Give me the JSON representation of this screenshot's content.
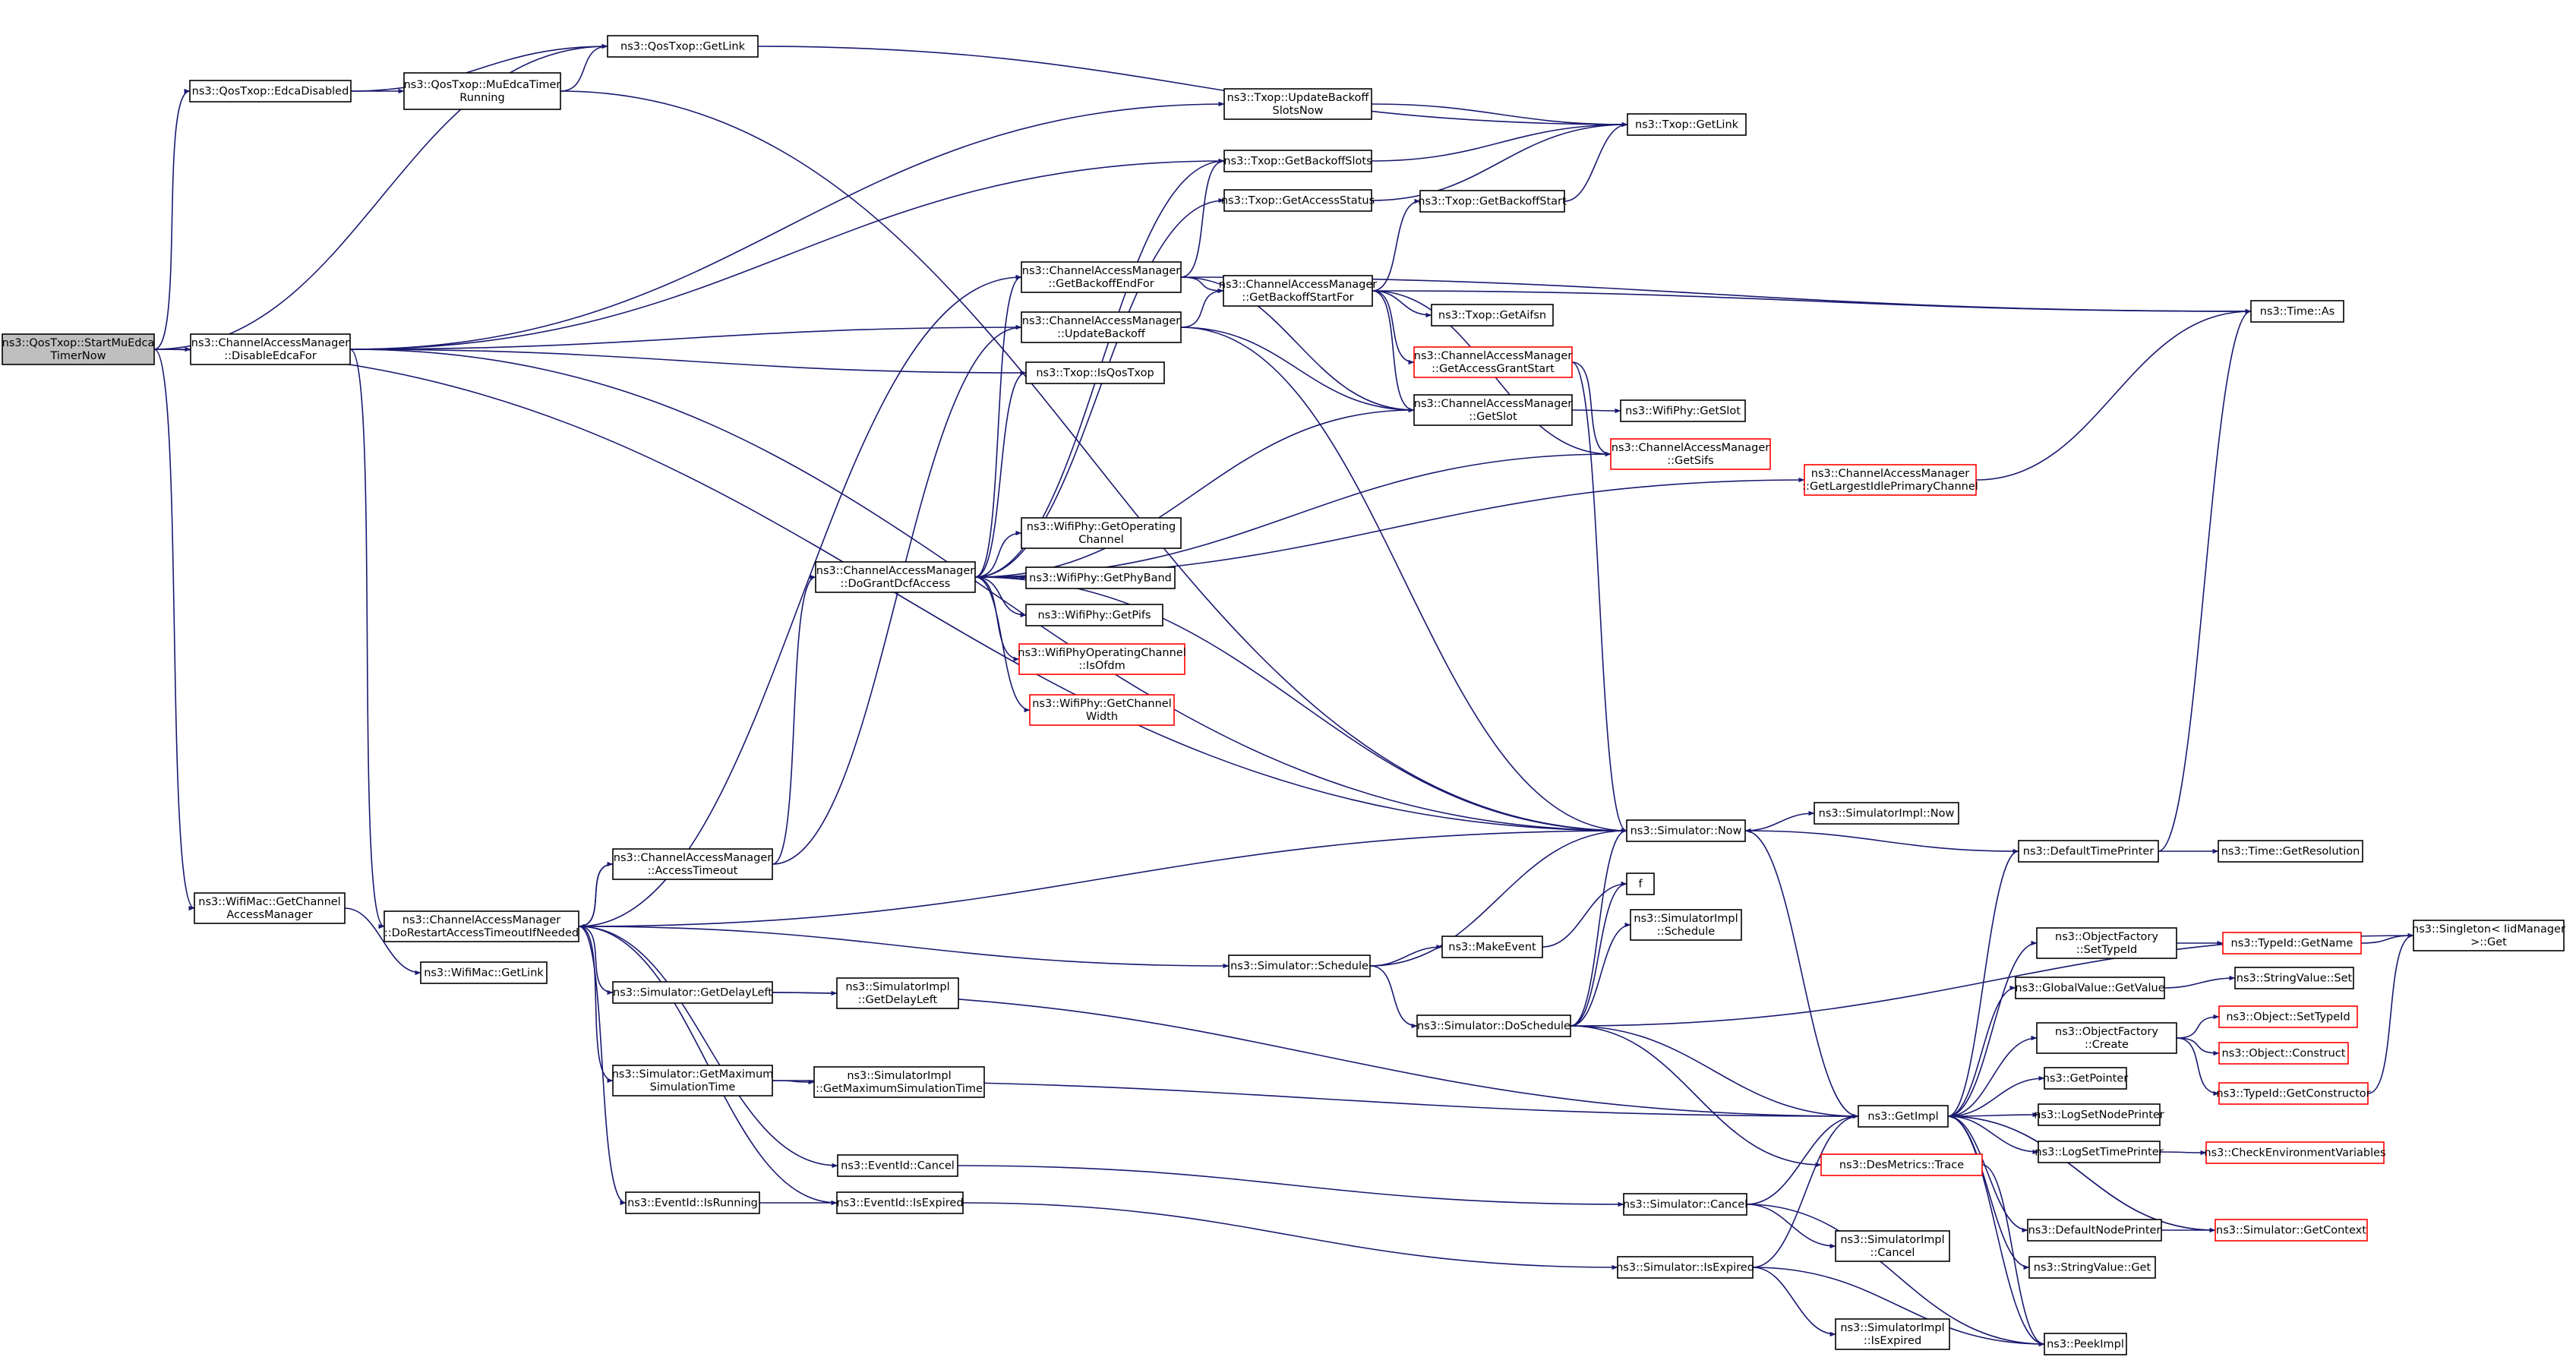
{
  "nodes": [
    {
      "id": "root",
      "lines": [
        "ns3::QosTxop::StartMuEdca",
        "TimerNow"
      ],
      "style": "root"
    },
    {
      "id": "qos_getlink",
      "lines": [
        "ns3::QosTxop::GetLink"
      ],
      "style": "normal"
    },
    {
      "id": "edca_disabled",
      "lines": [
        "ns3::QosTxop::EdcaDisabled"
      ],
      "style": "normal"
    },
    {
      "id": "mu_timer",
      "lines": [
        "ns3::QosTxop::MuEdcaTimer",
        "Running"
      ],
      "style": "normal"
    },
    {
      "id": "disable_edca",
      "lines": [
        "ns3::ChannelAccessManager",
        "::DisableEdcaFor"
      ],
      "style": "normal"
    },
    {
      "id": "wm_getcam",
      "lines": [
        "ns3::WifiMac::GetChannel",
        "AccessManager"
      ],
      "style": "normal"
    },
    {
      "id": "wm_getlink",
      "lines": [
        "ns3::WifiMac::GetLink"
      ],
      "style": "normal"
    },
    {
      "id": "do_restart",
      "lines": [
        "ns3::ChannelAccessManager",
        "::DoRestartAccessTimeoutIfNeeded"
      ],
      "style": "normal"
    },
    {
      "id": "access_timeout",
      "lines": [
        "ns3::ChannelAccessManager",
        "::AccessTimeout"
      ],
      "style": "normal"
    },
    {
      "id": "do_grant",
      "lines": [
        "ns3::ChannelAccessManager",
        "::DoGrantDcfAccess"
      ],
      "style": "normal"
    },
    {
      "id": "upd_backoff_slots",
      "lines": [
        "ns3::Txop::UpdateBackoff",
        "SlotsNow"
      ],
      "style": "normal"
    },
    {
      "id": "get_backoff_slots",
      "lines": [
        "ns3::Txop::GetBackoffSlots"
      ],
      "style": "normal"
    },
    {
      "id": "get_access_status",
      "lines": [
        "ns3::Txop::GetAccessStatus"
      ],
      "style": "normal"
    },
    {
      "id": "txop_getlink",
      "lines": [
        "ns3::Txop::GetLink"
      ],
      "style": "normal"
    },
    {
      "id": "get_backoff_start",
      "lines": [
        "ns3::Txop::GetBackoffStart"
      ],
      "style": "normal"
    },
    {
      "id": "get_backoff_end",
      "lines": [
        "ns3::ChannelAccessManager",
        "::GetBackoffEndFor"
      ],
      "style": "normal"
    },
    {
      "id": "get_backoff_startfor",
      "lines": [
        "ns3::ChannelAccessManager",
        "::GetBackoffStartFor"
      ],
      "style": "normal"
    },
    {
      "id": "update_backoff",
      "lines": [
        "ns3::ChannelAccessManager",
        "::UpdateBackoff"
      ],
      "style": "normal"
    },
    {
      "id": "get_aifsn",
      "lines": [
        "ns3::Txop::GetAifsn"
      ],
      "style": "normal"
    },
    {
      "id": "time_as",
      "lines": [
        "ns3::Time::As"
      ],
      "style": "normal"
    },
    {
      "id": "is_qos_txop",
      "lines": [
        "ns3::Txop::IsQosTxop"
      ],
      "style": "normal"
    },
    {
      "id": "get_access_grant",
      "lines": [
        "ns3::ChannelAccessManager",
        "::GetAccessGrantStart"
      ],
      "style": "red"
    },
    {
      "id": "cam_get_slot",
      "lines": [
        "ns3::ChannelAccessManager",
        "::GetSlot"
      ],
      "style": "normal"
    },
    {
      "id": "phy_get_slot",
      "lines": [
        "ns3::WifiPhy::GetSlot"
      ],
      "style": "normal"
    },
    {
      "id": "get_sifs",
      "lines": [
        "ns3::ChannelAccessManager",
        "::GetSifs"
      ],
      "style": "red"
    },
    {
      "id": "get_largest",
      "lines": [
        "ns3::ChannelAccessManager",
        "::GetLargestIdlePrimaryChannel"
      ],
      "style": "red"
    },
    {
      "id": "phy_get_opch",
      "lines": [
        "ns3::WifiPhy::GetOperating",
        "Channel"
      ],
      "style": "normal"
    },
    {
      "id": "phy_get_band",
      "lines": [
        "ns3::WifiPhy::GetPhyBand"
      ],
      "style": "normal"
    },
    {
      "id": "phy_get_pifs",
      "lines": [
        "ns3::WifiPhy::GetPifs"
      ],
      "style": "normal"
    },
    {
      "id": "is_ofdm",
      "lines": [
        "ns3::WifiPhyOperatingChannel",
        "::IsOfdm"
      ],
      "style": "red"
    },
    {
      "id": "get_ch_width",
      "lines": [
        "ns3::WifiPhy::GetChannel",
        "Width"
      ],
      "style": "red"
    },
    {
      "id": "sim_now",
      "lines": [
        "ns3::Simulator::Now"
      ],
      "style": "normal"
    },
    {
      "id": "simimpl_now",
      "lines": [
        "ns3::SimulatorImpl::Now"
      ],
      "style": "normal"
    },
    {
      "id": "f_node",
      "lines": [
        "f"
      ],
      "style": "normal"
    },
    {
      "id": "simimpl_sched",
      "lines": [
        "ns3::SimulatorImpl",
        "::Schedule"
      ],
      "style": "normal"
    },
    {
      "id": "default_time_printer",
      "lines": [
        "ns3::DefaultTimePrinter"
      ],
      "style": "normal"
    },
    {
      "id": "time_get_res",
      "lines": [
        "ns3::Time::GetResolution"
      ],
      "style": "normal"
    },
    {
      "id": "sim_schedule",
      "lines": [
        "ns3::Simulator::Schedule"
      ],
      "style": "normal"
    },
    {
      "id": "make_event",
      "lines": [
        "ns3::MakeEvent"
      ],
      "style": "normal"
    },
    {
      "id": "sim_do_schedule",
      "lines": [
        "ns3::Simulator::DoSchedule"
      ],
      "style": "normal"
    },
    {
      "id": "sim_get_delay",
      "lines": [
        "ns3::Simulator::GetDelayLeft"
      ],
      "style": "normal"
    },
    {
      "id": "simimpl_get_delay",
      "lines": [
        "ns3::SimulatorImpl",
        "::GetDelayLeft"
      ],
      "style": "normal"
    },
    {
      "id": "sim_get_max",
      "lines": [
        "ns3::Simulator::GetMaximum",
        "SimulationTime"
      ],
      "style": "normal"
    },
    {
      "id": "simimpl_get_max",
      "lines": [
        "ns3::SimulatorImpl",
        "::GetMaximumSimulationTime"
      ],
      "style": "normal"
    },
    {
      "id": "event_cancel",
      "lines": [
        "ns3::EventId::Cancel"
      ],
      "style": "normal"
    },
    {
      "id": "event_is_running",
      "lines": [
        "ns3::EventId::IsRunning"
      ],
      "style": "normal"
    },
    {
      "id": "event_is_expired",
      "lines": [
        "ns3::EventId::IsExpired"
      ],
      "style": "normal"
    },
    {
      "id": "sim_cancel",
      "lines": [
        "ns3::Simulator::Cancel"
      ],
      "style": "normal"
    },
    {
      "id": "simimpl_cancel",
      "lines": [
        "ns3::SimulatorImpl",
        "::Cancel"
      ],
      "style": "normal"
    },
    {
      "id": "sim_is_expired",
      "lines": [
        "ns3::Simulator::IsExpired"
      ],
      "style": "normal"
    },
    {
      "id": "simimpl_is_expired",
      "lines": [
        "ns3::SimulatorImpl",
        "::IsExpired"
      ],
      "style": "normal"
    },
    {
      "id": "get_impl",
      "lines": [
        "ns3::GetImpl"
      ],
      "style": "normal"
    },
    {
      "id": "des_metrics",
      "lines": [
        "ns3::DesMetrics::Trace"
      ],
      "style": "red"
    },
    {
      "id": "peek_impl",
      "lines": [
        "ns3::PeekImpl"
      ],
      "style": "normal"
    },
    {
      "id": "of_set_typeid",
      "lines": [
        "ns3::ObjectFactory",
        "::SetTypeId"
      ],
      "style": "normal"
    },
    {
      "id": "typeid_get_name",
      "lines": [
        "ns3::TypeId::GetName"
      ],
      "style": "red"
    },
    {
      "id": "singleton_get",
      "lines": [
        "ns3::Singleton< IidManager",
        ">::Get"
      ],
      "style": "normal"
    },
    {
      "id": "gv_get_value",
      "lines": [
        "ns3::GlobalValue::GetValue"
      ],
      "style": "normal"
    },
    {
      "id": "sv_set",
      "lines": [
        "ns3::StringValue::Set"
      ],
      "style": "normal"
    },
    {
      "id": "of_create",
      "lines": [
        "ns3::ObjectFactory",
        "::Create"
      ],
      "style": "normal"
    },
    {
      "id": "obj_set_typeid",
      "lines": [
        "ns3::Object::SetTypeId"
      ],
      "style": "red"
    },
    {
      "id": "obj_construct",
      "lines": [
        "ns3::Object::Construct"
      ],
      "style": "red"
    },
    {
      "id": "typeid_get_ctor",
      "lines": [
        "ns3::TypeId::GetConstructor"
      ],
      "style": "red"
    },
    {
      "id": "get_pointer",
      "lines": [
        "ns3::GetPointer"
      ],
      "style": "normal"
    },
    {
      "id": "log_set_node",
      "lines": [
        "ns3::LogSetNodePrinter"
      ],
      "style": "normal"
    },
    {
      "id": "log_set_time",
      "lines": [
        "ns3::LogSetTimePrinter"
      ],
      "style": "normal"
    },
    {
      "id": "check_env",
      "lines": [
        "ns3::CheckEnvironmentVariables"
      ],
      "style": "red"
    },
    {
      "id": "default_node_printer",
      "lines": [
        "ns3::DefaultNodePrinter"
      ],
      "style": "normal"
    },
    {
      "id": "sim_get_context",
      "lines": [
        "ns3::Simulator::GetContext"
      ],
      "style": "red"
    },
    {
      "id": "sv_get",
      "lines": [
        "ns3::StringValue::Get"
      ],
      "style": "normal"
    }
  ],
  "edges": [
    [
      "root",
      "qos_getlink"
    ],
    [
      "root",
      "edca_disabled"
    ],
    [
      "root",
      "disable_edca"
    ],
    [
      "root",
      "wm_getcam"
    ],
    [
      "root",
      "sim_now"
    ],
    [
      "edca_disabled",
      "qos_getlink"
    ],
    [
      "edca_disabled",
      "mu_timer"
    ],
    [
      "mu_timer",
      "qos_getlink"
    ],
    [
      "mu_timer",
      "sim_now"
    ],
    [
      "qos_getlink",
      "txop_getlink"
    ],
    [
      "wm_getcam",
      "wm_getlink"
    ],
    [
      "disable_edca",
      "upd_backoff_slots"
    ],
    [
      "disable_edca",
      "get_backoff_slots"
    ],
    [
      "disable_edca",
      "update_backoff"
    ],
    [
      "disable_edca",
      "is_qos_txop"
    ],
    [
      "disable_edca",
      "do_restart"
    ],
    [
      "disable_edca",
      "sim_now"
    ],
    [
      "do_restart",
      "get_backoff_end"
    ],
    [
      "do_restart",
      "access_timeout"
    ],
    [
      "do_restart",
      "sim_now"
    ],
    [
      "do_restart",
      "sim_schedule"
    ],
    [
      "do_restart",
      "sim_get_delay"
    ],
    [
      "do_restart",
      "sim_get_max"
    ],
    [
      "do_restart",
      "event_cancel"
    ],
    [
      "do_restart",
      "event_is_running"
    ],
    [
      "do_restart",
      "event_is_expired"
    ],
    [
      "access_timeout",
      "do_restart"
    ],
    [
      "access_timeout",
      "update_backoff"
    ],
    [
      "access_timeout",
      "do_grant"
    ],
    [
      "do_grant",
      "get_backoff_slots"
    ],
    [
      "do_grant",
      "get_access_status"
    ],
    [
      "do_grant",
      "get_backoff_end"
    ],
    [
      "do_grant",
      "is_qos_txop"
    ],
    [
      "do_grant",
      "cam_get_slot"
    ],
    [
      "do_grant",
      "get_sifs"
    ],
    [
      "do_grant",
      "get_largest"
    ],
    [
      "do_grant",
      "phy_get_opch"
    ],
    [
      "do_grant",
      "phy_get_band"
    ],
    [
      "do_grant",
      "phy_get_pifs"
    ],
    [
      "do_grant",
      "is_ofdm"
    ],
    [
      "do_grant",
      "get_ch_width"
    ],
    [
      "do_grant",
      "sim_now"
    ],
    [
      "upd_backoff_slots",
      "txop_getlink"
    ],
    [
      "get_backoff_slots",
      "txop_getlink"
    ],
    [
      "get_access_status",
      "txop_getlink"
    ],
    [
      "get_backoff_start",
      "txop_getlink"
    ],
    [
      "get_backoff_end",
      "get_backoff_slots"
    ],
    [
      "get_backoff_end",
      "get_backoff_startfor"
    ],
    [
      "get_backoff_end",
      "cam_get_slot"
    ],
    [
      "get_backoff_end",
      "time_as"
    ],
    [
      "get_backoff_startfor",
      "get_backoff_start"
    ],
    [
      "get_backoff_startfor",
      "get_aifsn"
    ],
    [
      "get_backoff_startfor",
      "get_access_grant"
    ],
    [
      "get_backoff_startfor",
      "cam_get_slot"
    ],
    [
      "get_backoff_startfor",
      "get_sifs"
    ],
    [
      "get_backoff_startfor",
      "time_as"
    ],
    [
      "update_backoff",
      "get_backoff_startfor"
    ],
    [
      "update_backoff",
      "cam_get_slot"
    ],
    [
      "update_backoff",
      "sim_now"
    ],
    [
      "get_access_grant",
      "get_sifs"
    ],
    [
      "get_access_grant",
      "sim_now"
    ],
    [
      "cam_get_slot",
      "phy_get_slot"
    ],
    [
      "get_largest",
      "time_as"
    ],
    [
      "sim_now",
      "simimpl_now"
    ],
    [
      "sim_now",
      "get_impl"
    ],
    [
      "default_time_printer",
      "sim_now"
    ],
    [
      "default_time_printer",
      "time_as"
    ],
    [
      "default_time_printer",
      "time_get_res"
    ],
    [
      "sim_schedule",
      "make_event"
    ],
    [
      "sim_schedule",
      "sim_do_schedule"
    ],
    [
      "sim_schedule",
      "sim_now"
    ],
    [
      "make_event",
      "f_node"
    ],
    [
      "sim_do_schedule",
      "sim_now"
    ],
    [
      "sim_do_schedule",
      "f_node"
    ],
    [
      "sim_do_schedule",
      "simimpl_sched"
    ],
    [
      "sim_do_schedule",
      "get_impl"
    ],
    [
      "sim_do_schedule",
      "des_metrics"
    ],
    [
      "sim_do_schedule",
      "singleton_get"
    ],
    [
      "sim_get_delay",
      "simimpl_get_delay"
    ],
    [
      "sim_get_delay",
      "get_impl"
    ],
    [
      "sim_get_max",
      "simimpl_get_max"
    ],
    [
      "sim_get_max",
      "get_impl"
    ],
    [
      "event_cancel",
      "sim_cancel"
    ],
    [
      "event_is_running",
      "event_is_expired"
    ],
    [
      "event_is_expired",
      "sim_is_expired"
    ],
    [
      "sim_cancel",
      "get_impl"
    ],
    [
      "sim_cancel",
      "simimpl_cancel"
    ],
    [
      "sim_cancel",
      "peek_impl"
    ],
    [
      "sim_is_expired",
      "get_impl"
    ],
    [
      "sim_is_expired",
      "simimpl_is_expired"
    ],
    [
      "sim_is_expired",
      "peek_impl"
    ],
    [
      "get_impl",
      "default_time_printer"
    ],
    [
      "get_impl",
      "of_set_typeid"
    ],
    [
      "get_impl",
      "gv_get_value"
    ],
    [
      "get_impl",
      "of_create"
    ],
    [
      "get_impl",
      "get_pointer"
    ],
    [
      "get_impl",
      "log_set_node"
    ],
    [
      "get_impl",
      "log_set_time"
    ],
    [
      "get_impl",
      "default_node_printer"
    ],
    [
      "get_impl",
      "sv_get"
    ],
    [
      "get_impl",
      "peek_impl"
    ],
    [
      "get_impl",
      "sim_get_context"
    ],
    [
      "of_set_typeid",
      "typeid_get_name"
    ],
    [
      "typeid_get_name",
      "singleton_get"
    ],
    [
      "gv_get_value",
      "sv_set"
    ],
    [
      "of_create",
      "obj_set_typeid"
    ],
    [
      "of_create",
      "obj_construct"
    ],
    [
      "of_create",
      "typeid_get_ctor"
    ],
    [
      "typeid_get_ctor",
      "singleton_get"
    ],
    [
      "log_set_time",
      "check_env"
    ],
    [
      "default_node_printer",
      "sim_get_context"
    ],
    [
      "sim_get_context",
      "get_impl"
    ],
    [
      "des_metrics",
      "peek_impl"
    ]
  ]
}
